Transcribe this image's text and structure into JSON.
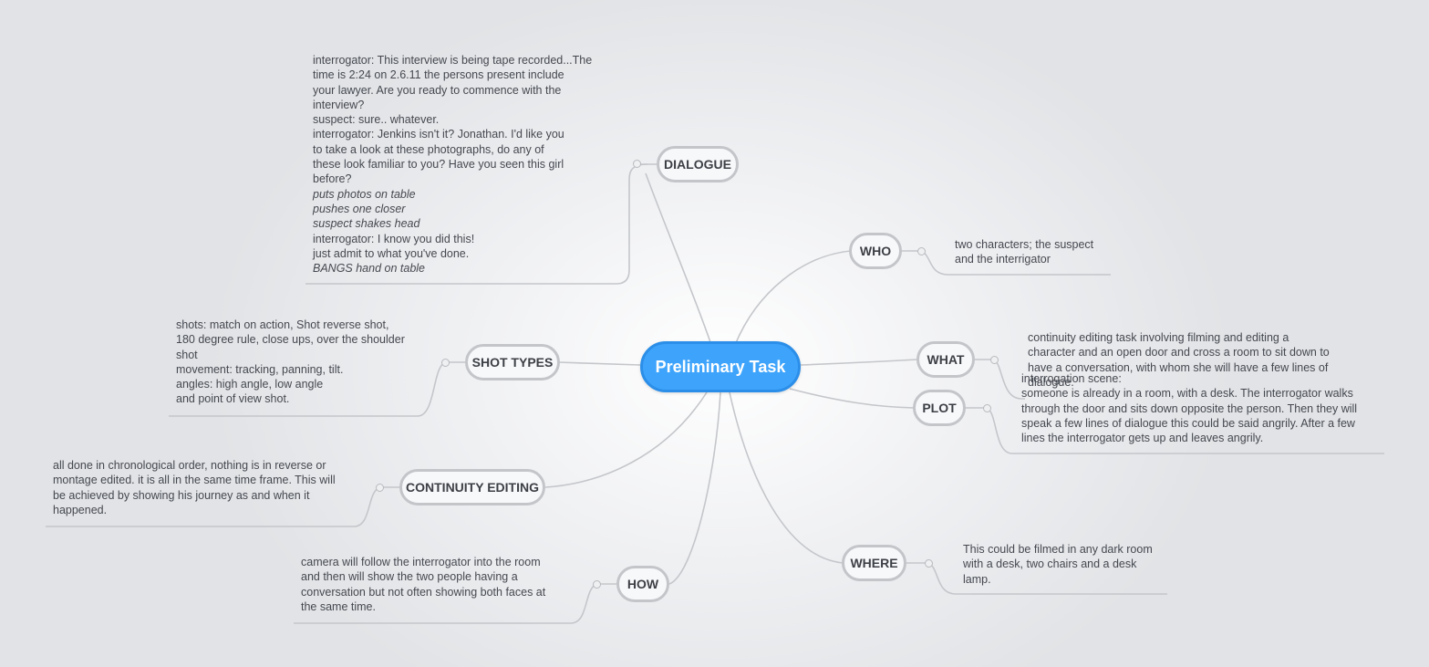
{
  "central": {
    "label": "Preliminary Task"
  },
  "topics": {
    "dialogue": {
      "label": "DIALOGUE",
      "note": [
        {
          "text": "interrogator: This interview is being tape recorded...The",
          "italic": false
        },
        {
          "text": "time is 2:24 on 2.6.11 the persons present include",
          "italic": false
        },
        {
          "text": "your lawyer. Are you ready to commence with the",
          "italic": false
        },
        {
          "text": "interview?",
          "italic": false
        },
        {
          "text": "suspect: sure.. whatever.",
          "italic": false
        },
        {
          "text": "interrogator: Jenkins isn't it? Jonathan. I'd like you",
          "italic": false
        },
        {
          "text": "to take a look at these photographs, do any of",
          "italic": false
        },
        {
          "text": "these look familiar to you? Have you seen this girl",
          "italic": false
        },
        {
          "text": "before?",
          "italic": false
        },
        {
          "text": "puts photos on table",
          "italic": true
        },
        {
          "text": "pushes one closer",
          "italic": true
        },
        {
          "text": "suspect shakes head",
          "italic": true
        },
        {
          "text": "interrogator: I know you did this!",
          "italic": false
        },
        {
          "text": "just admit to what you've done.",
          "italic": false
        },
        {
          "text": "BANGS hand on table",
          "italic": true
        }
      ]
    },
    "shot_types": {
      "label": "SHOT TYPES",
      "note": [
        {
          "text": "shots: match on action, Shot reverse shot,",
          "italic": false
        },
        {
          "text": "180 degree rule, close ups, over the shoulder",
          "italic": false
        },
        {
          "text": "shot",
          "italic": false
        },
        {
          "text": "movement: tracking, panning, tilt.",
          "italic": false
        },
        {
          "text": "angles: high angle, low angle",
          "italic": false
        },
        {
          "text": "and point of view shot.",
          "italic": false
        }
      ]
    },
    "continuity_editing": {
      "label": "CONTINUITY EDITING",
      "note": [
        {
          "text": "all done in chronological order, nothing is in reverse or",
          "italic": false
        },
        {
          "text": "montage edited. it is all in the same time frame. This will",
          "italic": false
        },
        {
          "text": "be achieved by showing his journey as and when it",
          "italic": false
        },
        {
          "text": "happened.",
          "italic": false
        }
      ]
    },
    "how": {
      "label": "HOW",
      "note": [
        {
          "text": "camera will follow the interrogator into the room",
          "italic": false
        },
        {
          "text": "and then will show the two people having a",
          "italic": false
        },
        {
          "text": "conversation but not often showing both faces at",
          "italic": false
        },
        {
          "text": "the same time.",
          "italic": false
        }
      ]
    },
    "who": {
      "label": "WHO",
      "note": [
        {
          "text": "two characters; the suspect",
          "italic": false
        },
        {
          "text": "and the interrigator",
          "italic": false
        }
      ]
    },
    "what": {
      "label": "WHAT",
      "note": [
        {
          "text": "continuity editing task involving filming and editing a",
          "italic": false
        },
        {
          "text": "character and an open door and cross a room to sit down to",
          "italic": false
        },
        {
          "text": "have a conversation, with whom she will have a few lines of",
          "italic": false
        },
        {
          "text": "dialogue.",
          "italic": false
        }
      ]
    },
    "plot": {
      "label": "PLOT",
      "note": [
        {
          "text": "interrogation scene:",
          "italic": false
        },
        {
          "text": "someone is already in a room, with a desk. The interrogator walks",
          "italic": false
        },
        {
          "text": "through the door and sits down opposite the person. Then they will",
          "italic": false
        },
        {
          "text": "speak a few lines of dialogue this could be said angrily. After a few",
          "italic": false
        },
        {
          "text": "lines the interrogator gets up and leaves angrily.",
          "italic": false
        }
      ]
    },
    "where": {
      "label": "WHERE",
      "note": [
        {
          "text": "This could be filmed in any dark room",
          "italic": false
        },
        {
          "text": "with a desk, two chairs and a desk",
          "italic": false
        },
        {
          "text": "lamp.",
          "italic": false
        }
      ]
    }
  }
}
